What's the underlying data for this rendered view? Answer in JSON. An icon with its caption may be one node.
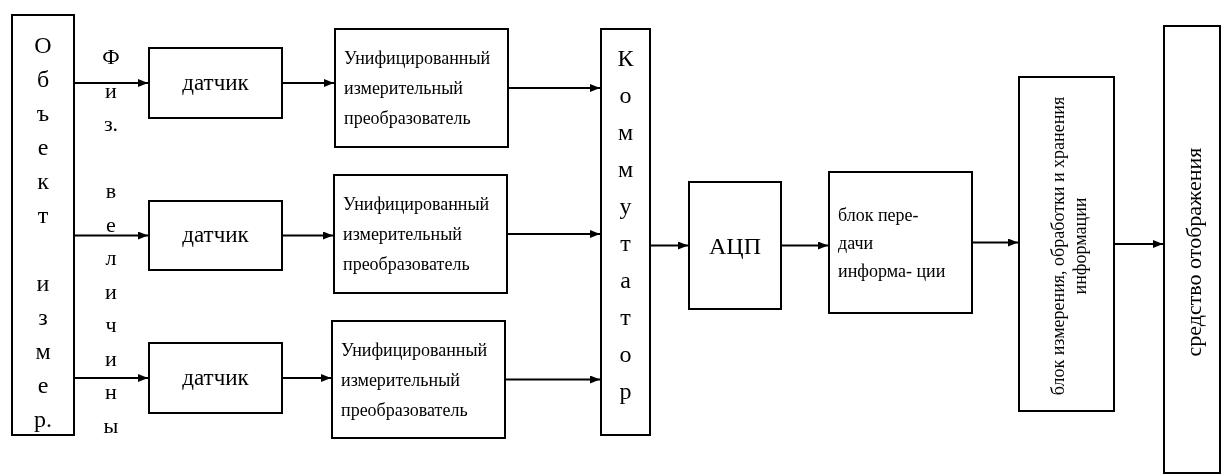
{
  "diagram": {
    "nodes": [
      {
        "text": [
          "Объект измер."
        ]
      },
      {
        "text": [
          "датчик"
        ]
      },
      {
        "text": [
          "датчик"
        ]
      },
      {
        "text": [
          "датчик"
        ]
      },
      {
        "text": [
          "Унифицированный измерительный преобразователь"
        ]
      },
      {
        "text": [
          "Унифицированный измерительный преобразователь"
        ]
      },
      {
        "text": [
          "Унифицированный измерительный преобразователь"
        ]
      },
      {
        "text": [
          "Коммутатор"
        ]
      },
      {
        "text": [
          "АЦП"
        ]
      },
      {
        "text": [
          "блок пере- дачи информа- ции"
        ]
      },
      {
        "text": [
          "блок измерения, обработки и хранения информации"
        ]
      },
      {
        "text": [
          "средство отображения"
        ]
      }
    ],
    "edges": [
      {
        "from": 0,
        "to": 1,
        "arrow": "to"
      },
      {
        "from": 0,
        "to": 2,
        "arrow": "to"
      },
      {
        "from": 0,
        "to": 3,
        "arrow": "to"
      },
      {
        "from": 1,
        "to": 4,
        "arrow": "to"
      },
      {
        "from": 2,
        "to": 5,
        "arrow": "to"
      },
      {
        "from": 3,
        "to": 6,
        "arrow": "to"
      },
      {
        "from": 4,
        "to": 7,
        "arrow": "to"
      },
      {
        "from": 5,
        "to": 7,
        "arrow": "to"
      },
      {
        "from": 6,
        "to": 7,
        "arrow": "to"
      },
      {
        "from": 7,
        "to": 8,
        "arrow": "to"
      },
      {
        "from": 8,
        "to": 9,
        "arrow": "to"
      },
      {
        "from": 9,
        "to": 10,
        "arrow": "to"
      },
      {
        "from": 10,
        "to": 11,
        "arrow": "to"
      }
    ],
    "labels": [
      "Физ. величины"
    ]
  }
}
